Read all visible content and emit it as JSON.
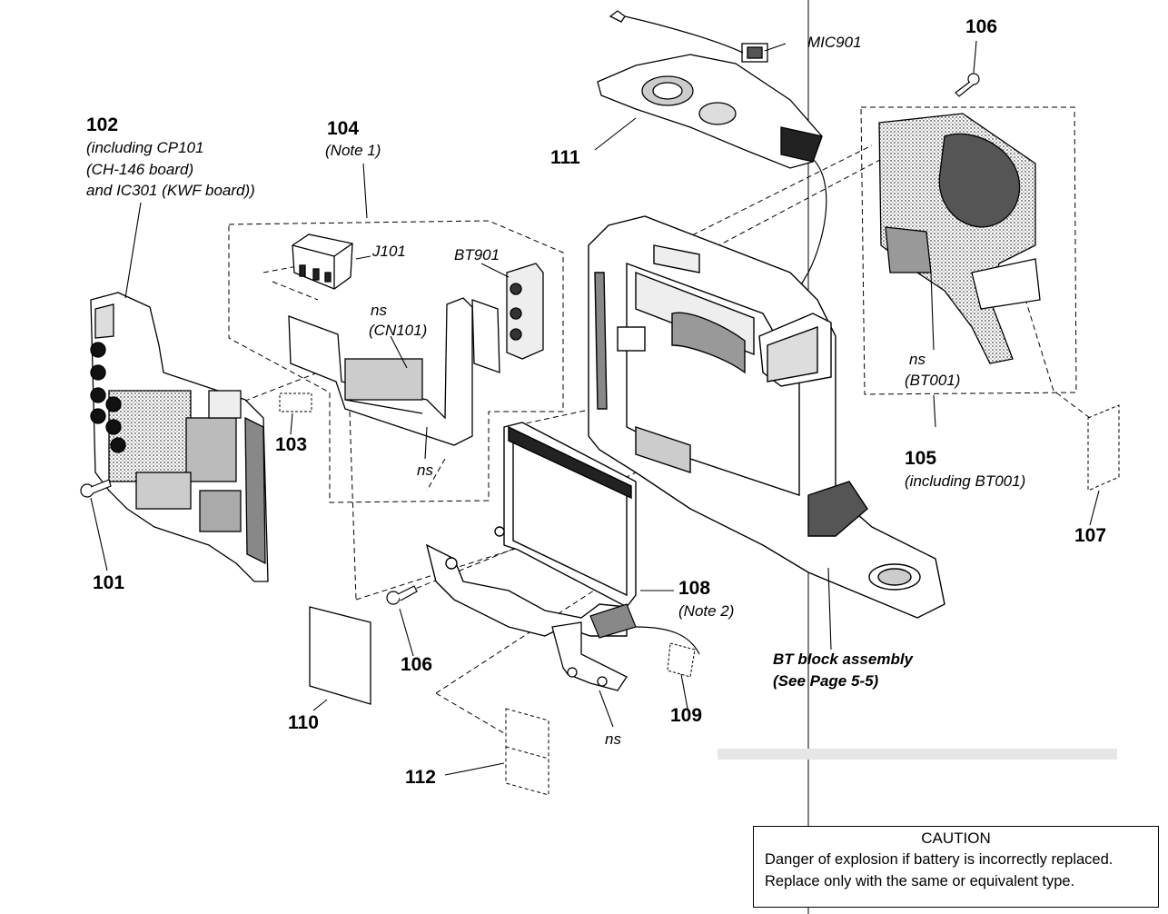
{
  "parts": {
    "p101": "101",
    "p102": "102",
    "p102_note1": "(including CP101",
    "p102_note2": "(CH-146 board)",
    "p102_note3": "and IC301 (KWF board))",
    "p103": "103",
    "p104": "104",
    "p104_note": "(Note 1)",
    "p105": "105",
    "p105_note": "(including BT001)",
    "p106_top": "106",
    "p106_bottom": "106",
    "p107": "107",
    "p108": "108",
    "p108_note": "(Note 2)",
    "p109": "109",
    "p110": "110",
    "p111": "111",
    "p112": "112"
  },
  "refs": {
    "mic901": "MIC901",
    "j101": "J101",
    "bt901": "BT901",
    "ns_cn101_a": "ns",
    "ns_cn101_b": "(CN101)",
    "ns_bt001_a": "ns",
    "ns_bt001_b": "(BT001)",
    "ns_flex": "ns",
    "ns_bracket": "ns"
  },
  "bt_block": {
    "line1": "BT block assembly",
    "line2": "(See Page 5-5)"
  },
  "caution": {
    "title": "CAUTION",
    "line1": "Danger of explosion if battery is incorrectly replaced.",
    "line2": "Replace only with the same or equivalent type."
  }
}
